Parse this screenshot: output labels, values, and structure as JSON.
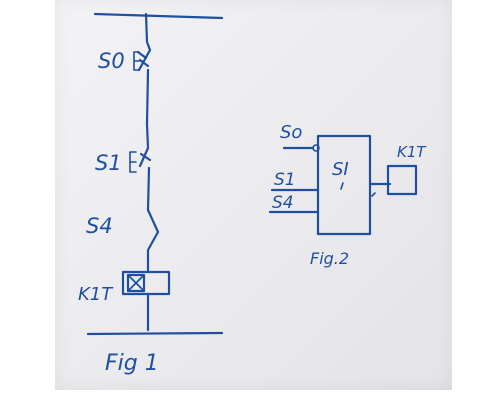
{
  "fig1": {
    "label": "Fig 1",
    "s0_label": "S0",
    "s0_kind": "E",
    "s1_label": "S1",
    "s1_kind": "E",
    "s4_label": "S4",
    "coil_label": "K1T"
  },
  "fig2": {
    "label": "Fig.2",
    "block_text": "SI",
    "input_s0": "So",
    "input_s1": "S1",
    "input_s4": "S4",
    "output_label": "K1T"
  },
  "colors": {
    "ink": "#1f4f9e",
    "paper": "#ececef"
  }
}
